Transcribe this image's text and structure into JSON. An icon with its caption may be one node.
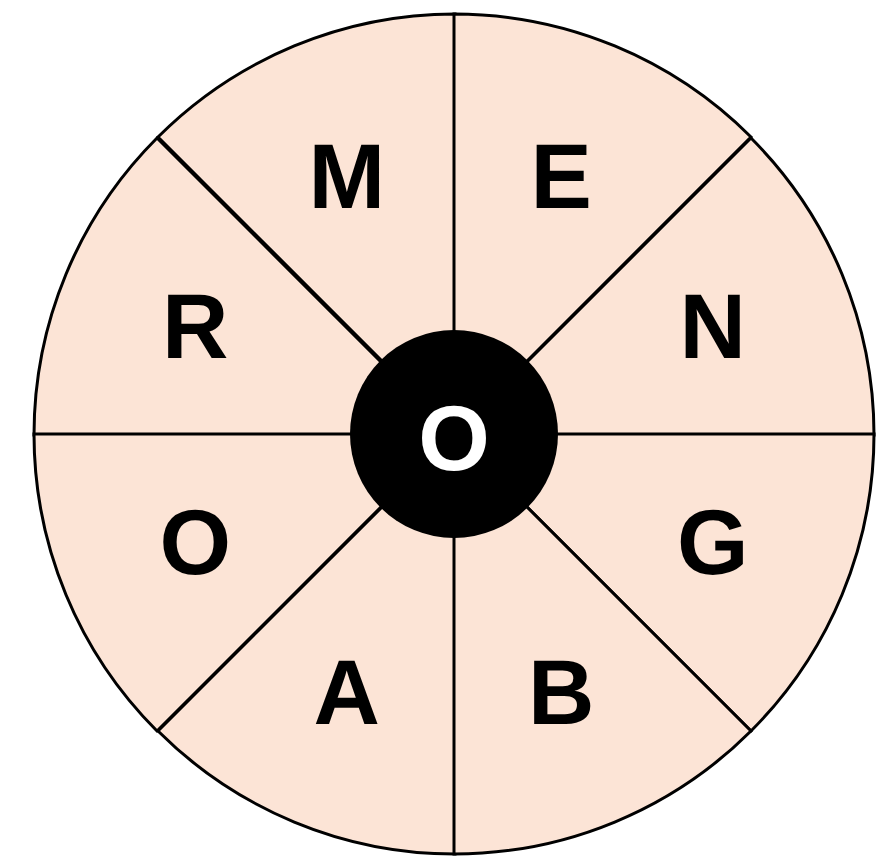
{
  "diagram": {
    "nodes": [
      {
        "text": [
          "M"
        ]
      },
      {
        "text": [
          "E"
        ]
      },
      {
        "text": [
          "R"
        ]
      },
      {
        "text": [
          "O"
        ]
      },
      {
        "text": [
          "N"
        ]
      },
      {
        "text": [
          "O"
        ]
      },
      {
        "text": [
          "G"
        ]
      },
      {
        "text": [
          "A"
        ]
      },
      {
        "text": [
          "B"
        ]
      }
    ]
  }
}
